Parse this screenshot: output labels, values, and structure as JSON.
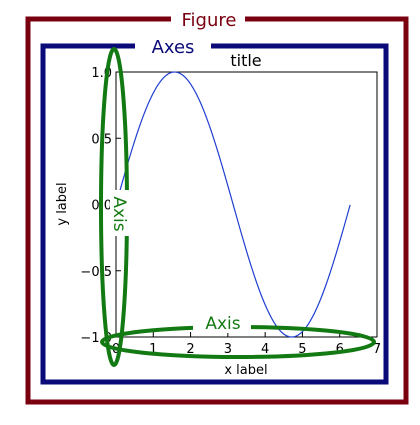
{
  "labels": {
    "figure": "Figure",
    "axes": "Axes",
    "axis_x": "Axis",
    "axis_y": "Axis"
  },
  "colors": {
    "figure": "#7a0010",
    "axes": "#0a0a78",
    "axis": "#137a13",
    "curve": "#1f3fd0",
    "ink": "#000000"
  },
  "chart_data": {
    "type": "line",
    "title": "title",
    "xlabel": "x label",
    "ylabel": "y label",
    "xlim": [
      0,
      7
    ],
    "ylim": [
      -1.0,
      1.0
    ],
    "xticks": [
      "0",
      "1",
      "2",
      "3",
      "4",
      "5",
      "6",
      "7"
    ],
    "yticks": [
      "1.0",
      "0.5",
      "0.0",
      "−0.5",
      "−1.0"
    ],
    "series": [
      {
        "function": "sin",
        "x_start": 0,
        "x_end": 6.28,
        "x": [
          0,
          0.5,
          1.0,
          1.57,
          2.0,
          2.5,
          3.14,
          3.5,
          4.0,
          4.71,
          5.0,
          5.5,
          6.0,
          6.28
        ],
        "y": [
          0,
          0.48,
          0.84,
          1.0,
          0.91,
          0.6,
          0.0,
          -0.35,
          -0.76,
          -1.0,
          -0.96,
          -0.71,
          -0.28,
          0.0
        ]
      }
    ]
  }
}
